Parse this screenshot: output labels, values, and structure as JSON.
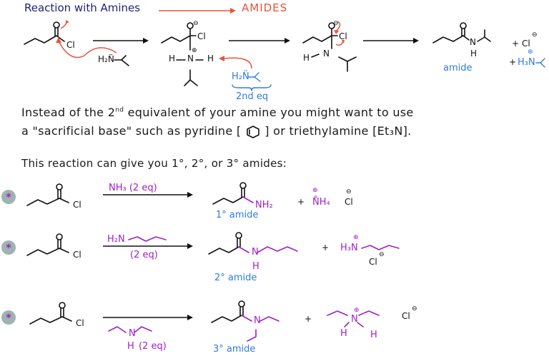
{
  "header": {
    "title": "Reaction with Amines",
    "target": "AMIDES",
    "colors": {
      "title": "#1f1f7a",
      "target": "#e8553a",
      "arrow": "#e8553a"
    }
  },
  "mechanism": {
    "step1": {
      "reactant_leaving": "Cl",
      "nucleophile": "H₂N̈",
      "intermediate_O": "O",
      "intermediate_charge_O": "⊖",
      "intermediate_Cl": "Cl",
      "intermediate_N": "N",
      "intermediate_charge_N": "⊕",
      "H_left": "H",
      "H_right": "H"
    },
    "second_equivalent": {
      "amine": "H₂N̈",
      "label": "2nd eq"
    },
    "step2": {
      "Cl": "Cl",
      "H": "H",
      "N": "N"
    },
    "product": {
      "N": "N",
      "H": "H",
      "label": "amide",
      "plus1": "+",
      "chloride": "Cl",
      "chloride_charge": "⊖",
      "plus2": "+",
      "ammonium": "H₃N",
      "ammonium_charge": "⊕"
    }
  },
  "text": {
    "line1_a": "Instead of the 2",
    "line1_sup": "nd",
    "line1_b": " equivalent of your amine you might want to use",
    "line2_a": "a \"sacrificial base\" such as pyridine [",
    "line2_b": "] or triethylamine [Et₃N].",
    "line3": "This reaction can give you  1°, 2°, or 3° amides:"
  },
  "examples": [
    {
      "badge": "*",
      "reactant_Cl": "Cl",
      "reagent_top": "NH₃ (2 eq)",
      "reagent_bottom": "",
      "product_group": "NH₂",
      "plus": "+",
      "byproduct": "N̊H₄",
      "byproduct_charge": "⊕",
      "counterion": "Cl",
      "counterion_charge": "⊖",
      "label": "1° amide"
    },
    {
      "badge": "*",
      "reactant_Cl": "Cl",
      "reagent_top": "H₂N",
      "reagent_bottom": "(2 eq)",
      "product_N": "N",
      "product_H": "H",
      "plus": "+",
      "byproduct": "H₃N",
      "byproduct_charge": "⊕",
      "counterion": "Cl",
      "counterion_charge": "⊖",
      "label": "2° amide"
    },
    {
      "badge": "*",
      "reactant_Cl": "Cl",
      "reagent_N": "N",
      "reagent_H": "H",
      "reagent_bottom": "(2 eq)",
      "product_N": "N",
      "plus": "+",
      "byproduct_N": "N",
      "byproduct_charge": "⊕",
      "byproduct_H1": "H",
      "byproduct_H2": "H",
      "counterion": "Cl",
      "counterion_charge": "⊖",
      "label": "3° amide"
    }
  ],
  "colors": {
    "ink": "#111111",
    "blue": "#2f7be0",
    "purple": "#a020c8",
    "red": "#e8553a",
    "badge": "#9fb3b0"
  }
}
